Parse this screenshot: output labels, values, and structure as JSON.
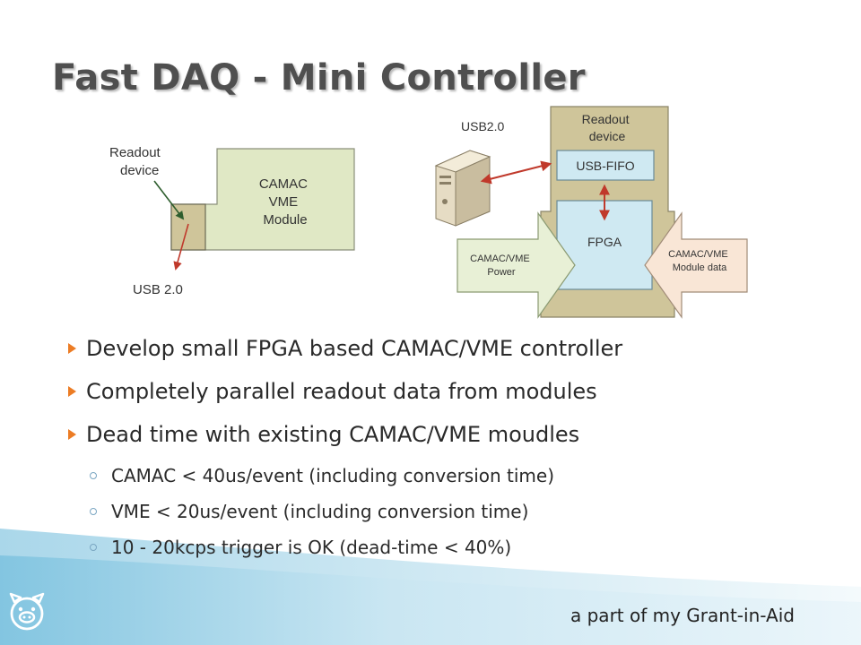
{
  "slide": {
    "title": "Fast DAQ - Mini Controller",
    "footer": "a part of my Grant-in-Aid"
  },
  "left_diagram": {
    "readout_label": "Readout\ndevice",
    "module_label": "CAMAC\nVME\nModule",
    "usb_label": "USB 2.0"
  },
  "right_diagram": {
    "usb_label": "USB2.0",
    "readout_label": "Readout\ndevice",
    "usb_fifo_label": "USB-FIFO",
    "fpga_label": "FPGA",
    "power_arrow_label": "CAMAC/VME\nPower",
    "module_data_label": "CAMAC/VME\nModule data"
  },
  "bullets": [
    "Develop small FPGA based CAMAC/VME controller",
    "Completely parallel readout data from modules",
    "Dead time with existing CAMAC/VME moudles"
  ],
  "sub_bullets": [
    "CAMAC < 40us/event (including conversion time)",
    "VME < 20us/event (including conversion time)",
    "10 - 20kcps trigger is OK (dead-time < 40%)"
  ],
  "colors": {
    "title_text": "#4f4f4f",
    "bullet_marker": "#ec7c24",
    "module_fill": "#e0e8c5",
    "readout_fill": "#cfc59a",
    "fifo_fill": "#cfe9f2",
    "power_arrow_fill": "#e8f0d6",
    "data_arrow_fill": "#f9e6d6",
    "usb_arrow": "#c0392b",
    "pointer_green": "#2e5e2e"
  },
  "icons": [
    "computer-tower-icon",
    "pig-face-icon",
    "triangle-bullet-icon",
    "circle-bullet-icon"
  ]
}
